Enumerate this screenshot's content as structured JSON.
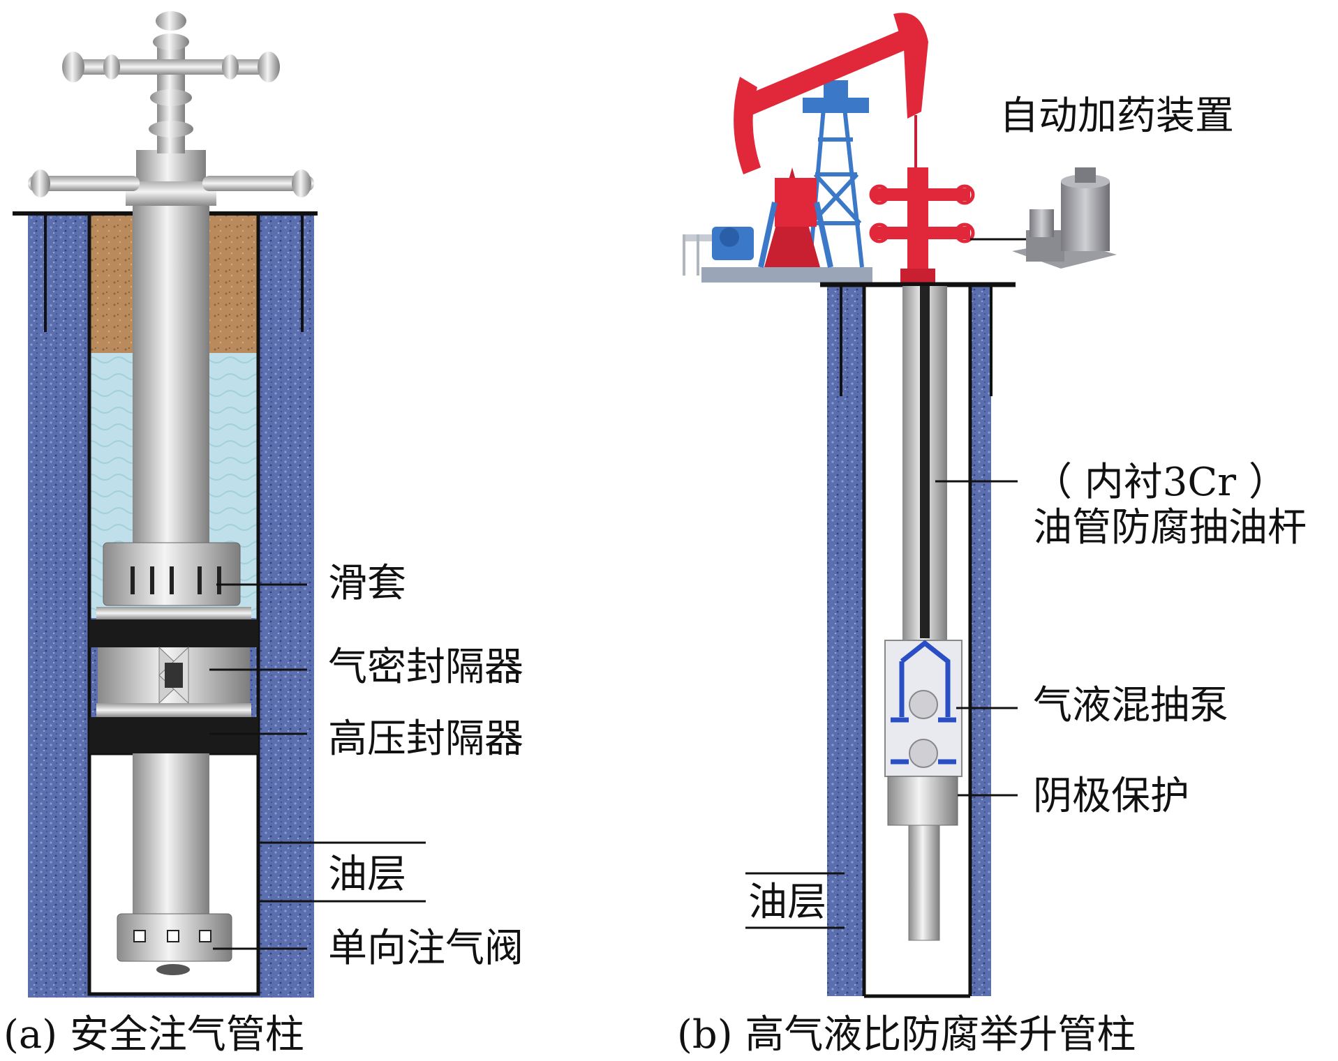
{
  "diagram_a": {
    "caption": "(a) 安全注气管柱",
    "labels": {
      "sliding_sleeve": "滑套",
      "gas_tight_packer": "气密封隔器",
      "high_pressure_packer": "高压封隔器",
      "oil_layer": "油层",
      "check_valve": "单向注气阀"
    }
  },
  "diagram_b": {
    "caption": "(b) 高气液比防腐举升管柱",
    "labels": {
      "auto_dosing": "自动加药装置",
      "rod_line1": "（ 内衬3Cr ）",
      "rod_line2": "油管防腐抽油杆",
      "gas_liquid_pump": "气液混抽泵",
      "cathodic_protection": "阴极保护",
      "oil_layer": "油层"
    }
  },
  "colors": {
    "formation": "#5b6fae",
    "formation_dark": "#3e4f8f",
    "soil": "#b98a5c",
    "water": "#bfe0ea",
    "steel_light": "#f0f0f0",
    "steel_dark": "#8a8a8a",
    "pump_jack_red": "#e0283a",
    "derrick_blue": "#3b78c8",
    "pump_blue": "#2a4fc4"
  }
}
